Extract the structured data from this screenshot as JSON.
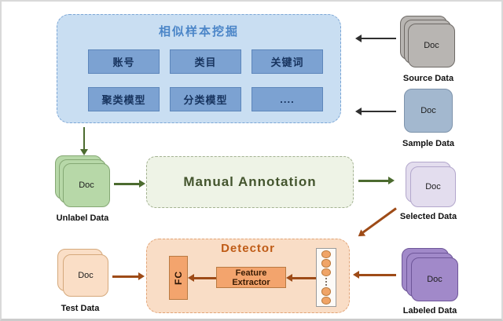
{
  "mining": {
    "title": "相似样本挖掘",
    "items": [
      "账号",
      "类目",
      "关键词",
      "聚类模型",
      "分类模型",
      "...."
    ]
  },
  "annotation": {
    "label": "Manual Annotation"
  },
  "detector": {
    "title": "Detector",
    "fc_label": "FC",
    "feature_extractor_label": "Feature Extractor"
  },
  "stacks": {
    "source": {
      "doc": "Doc",
      "label": "Source Data"
    },
    "sample": {
      "doc": "Doc",
      "label": "Sample Data"
    },
    "unlabel": {
      "doc": "Doc",
      "label": "Unlabel Data"
    },
    "selected": {
      "doc": "Doc",
      "label": "Selected Data"
    },
    "test": {
      "doc": "Doc",
      "label": "Test Data"
    },
    "labeled": {
      "doc": "Doc",
      "label": "Labeled Data"
    }
  },
  "colors": {
    "mining_fill": "#c9def2",
    "mining_item_fill": "#7ca2d2",
    "mining_title_text": "#4c86c8",
    "annotation_fill": "#eef3e6",
    "annotation_text": "#44552e",
    "detector_fill": "#f9ddc6",
    "detector_title_text": "#bf5b16",
    "inner_orange_fill": "#f3a46d",
    "green_arrow": "#4c6b2f",
    "brown_arrow": "#9e4b17",
    "black_arrow": "#2f2f2f",
    "source_card": "#b8b5b2",
    "sample_card": "#a3b8cf",
    "unlabel_card": "#b7d8a8",
    "selected_card": "#e3ddee",
    "test_card": "#fadec6",
    "labeled_card": "#a189c9"
  }
}
